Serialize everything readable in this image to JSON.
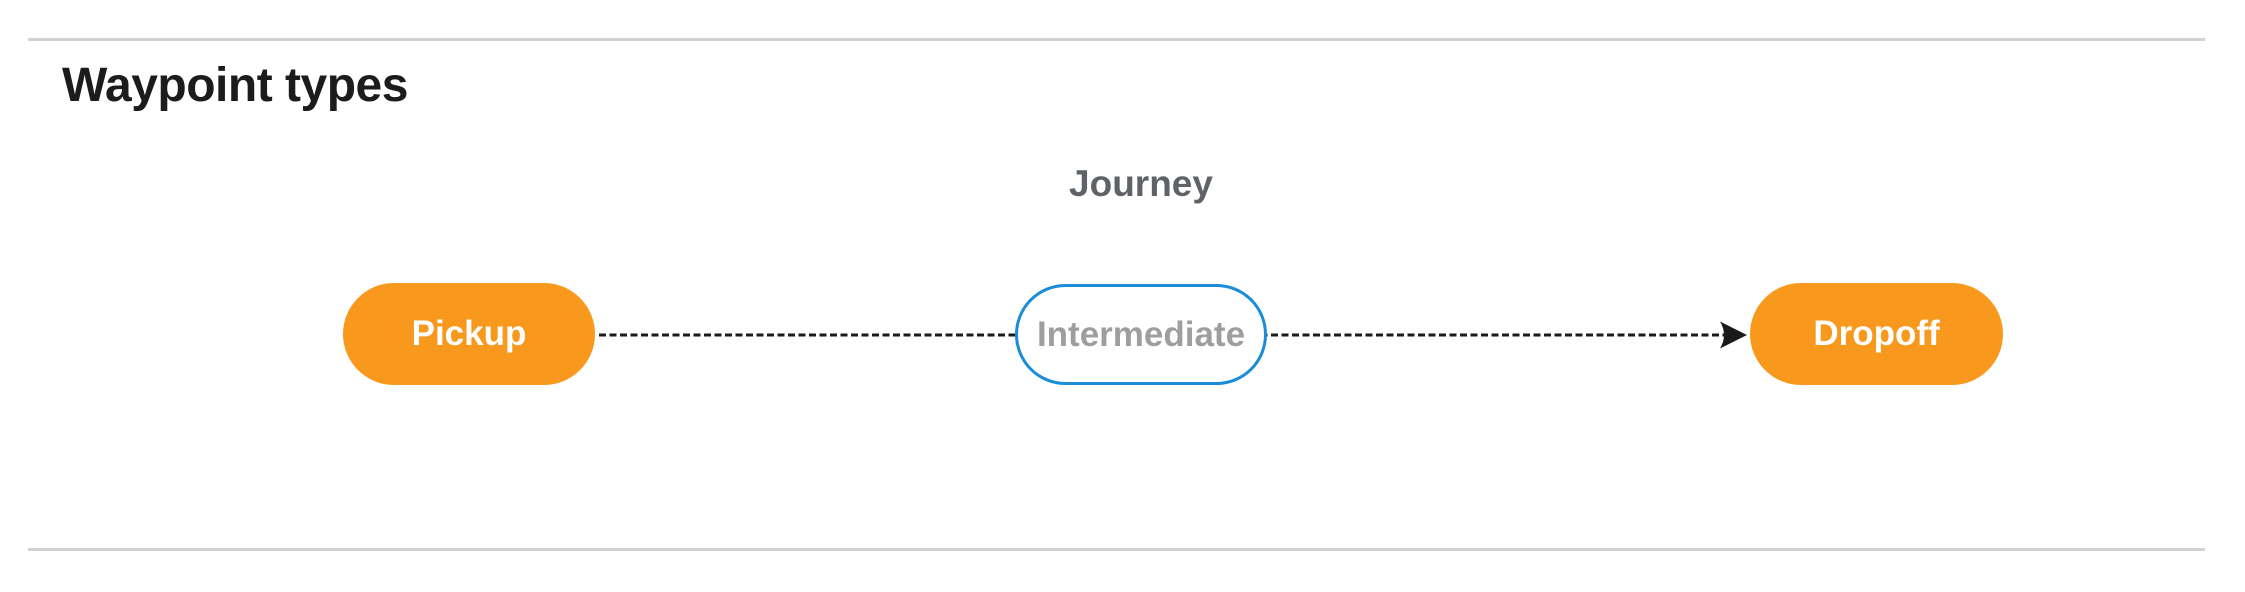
{
  "page": {
    "heading": "Waypoint types"
  },
  "diagram": {
    "title": "Journey",
    "type": "flow",
    "nodes": [
      {
        "id": "pickup",
        "label": "Pickup",
        "kind": "terminal"
      },
      {
        "id": "intermediate",
        "label": "Intermediate",
        "kind": "intermediate"
      },
      {
        "id": "dropoff",
        "label": "Dropoff",
        "kind": "terminal"
      }
    ],
    "edges": [
      {
        "from": "pickup",
        "to": "dropoff",
        "style": "dashed",
        "arrowhead": "filled-vee",
        "through": "intermediate"
      }
    ],
    "colors": {
      "terminal_fill": "#f8981d",
      "terminal_text": "#ffffff",
      "intermediate_border": "#1a8cd8",
      "intermediate_text": "#9e9e9e",
      "edge": "#1a1a1a",
      "label": "#5f6368",
      "heading_text": "#1c1c1c",
      "divider": "#d2d2d2"
    }
  }
}
